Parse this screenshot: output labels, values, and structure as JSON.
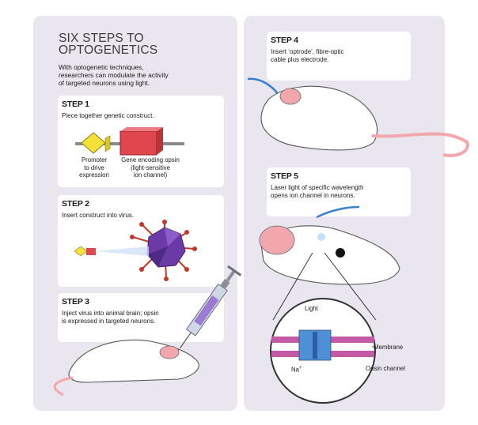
{
  "title": {
    "line1": "SIX STEPS TO",
    "line2": "OPTOGENETICS"
  },
  "intro": {
    "line1": "With optogenetic techniques,",
    "line2": "researchers can modulate the activity",
    "line3": "of targeted neurons using light."
  },
  "steps": [
    {
      "label": "STEP 1",
      "lines": [
        "Piece together genetic construct."
      ]
    },
    {
      "label": "STEP 2",
      "lines": [
        "Insert construct into virus."
      ]
    },
    {
      "label": "STEP 3",
      "lines": [
        "Inject virus into animal brain; opsin",
        "is expressed in targeted neurons."
      ]
    },
    {
      "label": "STEP 4",
      "lines": [
        "Insert ‘optrode’, fibre-optic",
        "cable plus electrode."
      ]
    },
    {
      "label": "STEP 5",
      "lines": [
        "Laser light of specific wavelength",
        "opens ion channel in neurons."
      ]
    }
  ],
  "construct": {
    "promoter": [
      "Promoter",
      "to drive",
      "expression"
    ],
    "gene": [
      "Gene encoding opsin",
      "(light-sensitive",
      "ion channel)"
    ]
  },
  "inset": {
    "light": "Light",
    "membrane": "Membrane",
    "ion": "Na",
    "ion_charge": "+",
    "channel": "Opsin channel"
  },
  "colors": {
    "panel": "#e9e6ef",
    "promoter": "#f4e23a",
    "gene": "#e0464e",
    "virus": "#6b3aa6",
    "cable": "#3a7fd1",
    "mouse_ear": "#f2a7ad",
    "membrane": "#c25aa5",
    "channel": "#4e8fd6"
  },
  "icons": [
    "dna-construct-icon",
    "virus-icon",
    "syringe-icon",
    "mouse-icon",
    "optrode-cable-icon",
    "membrane-inset-icon"
  ]
}
